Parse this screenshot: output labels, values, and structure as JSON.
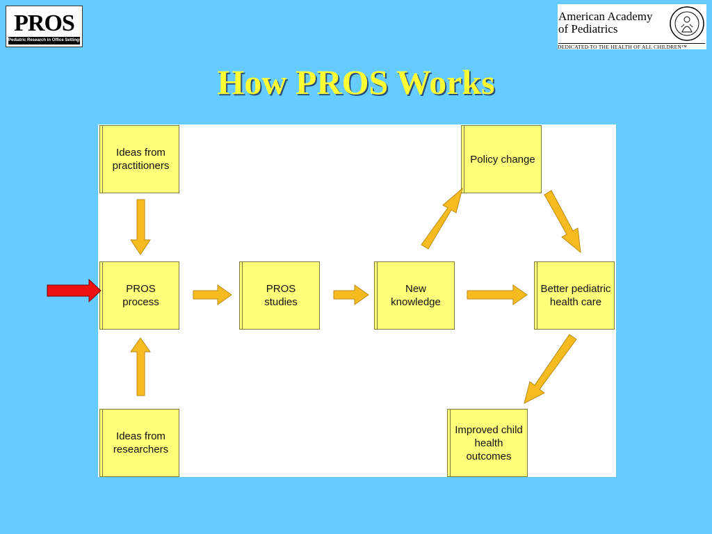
{
  "header": {
    "pros_logo": {
      "word": "PROS",
      "tagline": "Pediatric Research in Office Settings"
    },
    "aap_logo": {
      "name_line1": "American Academy",
      "name_line2": "of Pediatrics",
      "tagline": "DEDICATED TO THE HEALTH OF ALL CHILDREN™"
    },
    "title": "How PROS Works"
  },
  "diagram": {
    "nodes": {
      "ideas_practitioners": "Ideas from\npractitioners",
      "pros_process": "PROS\nprocess",
      "ideas_researchers": "Ideas from\nresearchers",
      "pros_studies": "PROS\nstudies",
      "new_knowledge": "New\nknowledge",
      "policy_change": "Policy change",
      "better_care": "Better pediatric\nhealth care",
      "improved_outcomes": "Improved child\nhealth\noutcomes"
    },
    "colors": {
      "background": "#66ccff",
      "panel": "#ffffff",
      "box_fill": "#ffff79",
      "arrow_fill": "#f7bb22",
      "pointer_arrow": "#ee1111",
      "title": "#ffff33"
    }
  }
}
